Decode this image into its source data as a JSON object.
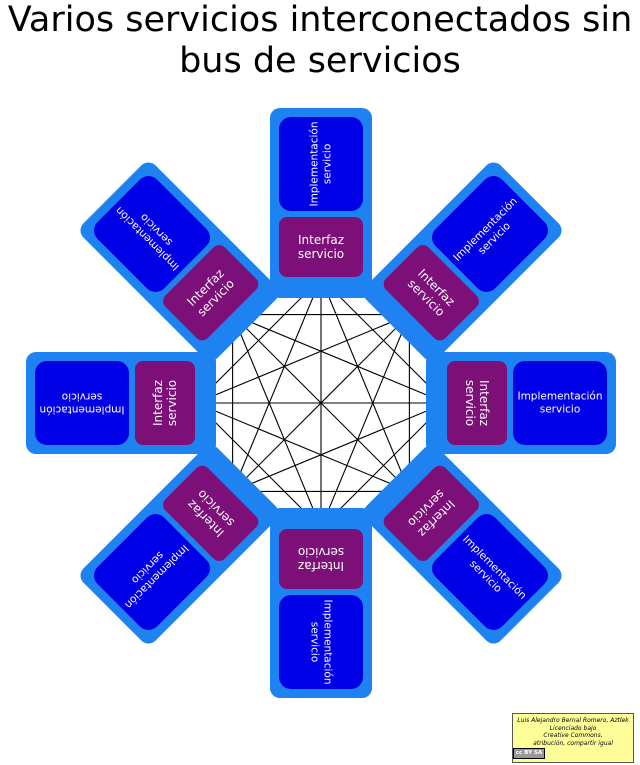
{
  "title": {
    "line1": "Varios servicios interconectados sin",
    "line2": "bus de servicios"
  },
  "service": {
    "implementation_line1": "Implementación",
    "implementation_line2": "servicio",
    "interface_line1": "Interfaz",
    "interface_line2": "servicio"
  },
  "services_count": 8,
  "colors": {
    "outer_box": "#1e82f0",
    "implementation_box": "#0000e6",
    "interface_box": "#7d0f78",
    "connection_line": "#000000"
  },
  "credit": {
    "line1": "Luis Alejandro Bernal Romero, Aztlek",
    "line2": "Licenciado bajo",
    "line3": "Creative Commons,",
    "line4": "atribución, compartir igual",
    "badge": "cc  BY SA"
  }
}
